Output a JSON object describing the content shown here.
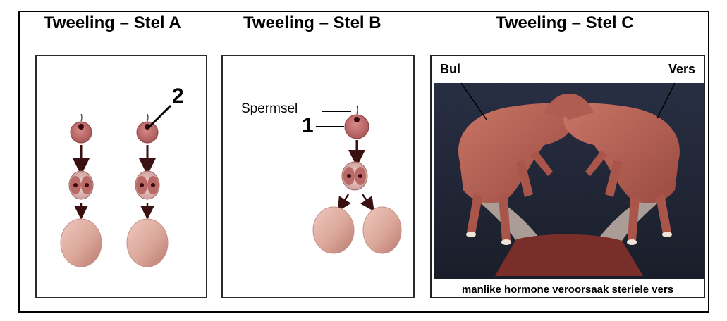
{
  "titles": {
    "a": "Tweeling – Stel A",
    "b": "Tweeling – Stel B",
    "c": "Tweeling – Stel C"
  },
  "panel_a": {
    "label_2": "2"
  },
  "panel_b": {
    "label_sperm": "Spermsel",
    "label_1": "1"
  },
  "panel_c": {
    "label_bull": "Bul",
    "label_heifer": "Vers",
    "caption": "manlike hormone veroorsaak steriele vers"
  },
  "colors": {
    "cell": "#c07070",
    "nucleus": "#3a0a10",
    "embryo": "#e2b2a6",
    "photo_bg": "#1f2535",
    "calf": "#b85a4e"
  }
}
